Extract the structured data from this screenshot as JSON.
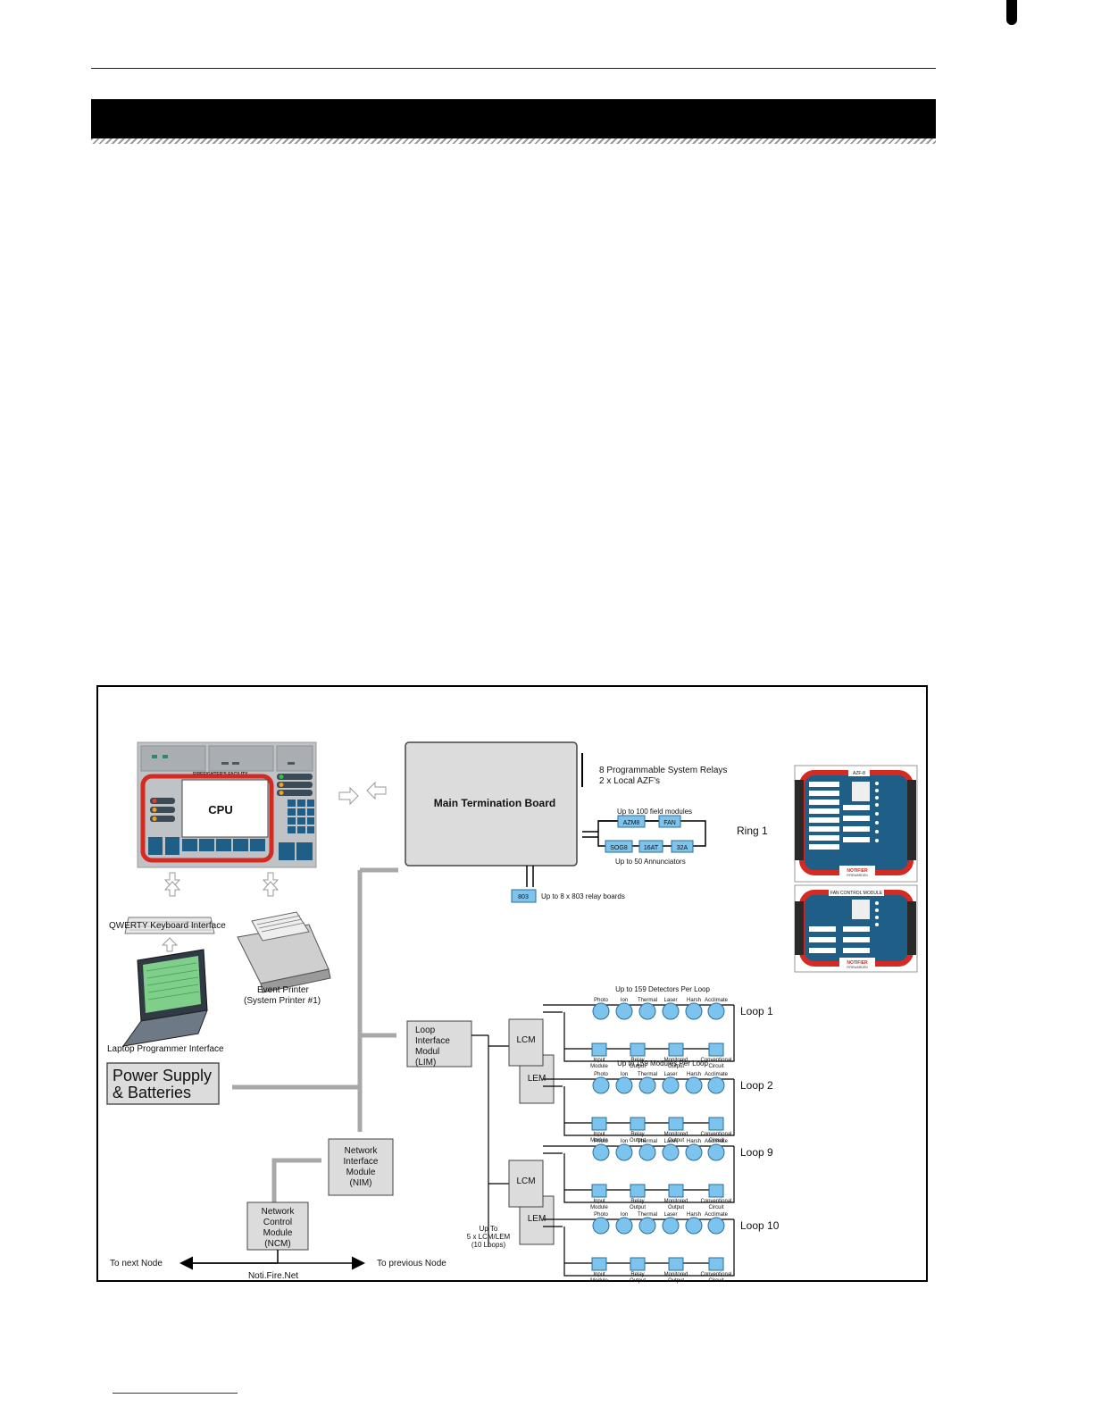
{
  "diagram": {
    "cpu_panel": {
      "facility_title": "FIREFIGHTER'S FACILITY",
      "screen_label": "CPU"
    },
    "keyboard_label": "QWERTY Keyboard Interface",
    "printer_label": "Event Printer",
    "printer_sublabel": "(System Printer #1)",
    "laptop_label": "Laptop Programmer Interface",
    "power_supply": [
      "Power Supply",
      "& Batteries"
    ],
    "main_board": {
      "label": "Main Termination Board",
      "relays": "8 Programmable System Relays",
      "azf": "2 x Local AZF's",
      "field_modules": "Up to 100 field modules",
      "annunciators": "Up to 50 Annunciators",
      "relay_boards": "Up to 8 x 803 relay boards",
      "module_azm8": "AZM8",
      "module_fan": "FAN",
      "module_sog8": "SOG8",
      "module_16at": "16AT",
      "module_32a": "32A",
      "module_803": "803",
      "ring_label": "Ring 1"
    },
    "lim": [
      "Loop",
      "Interface",
      "Modul",
      "(LIM)"
    ],
    "nim": [
      "Network",
      "Interface",
      "Module",
      "(NIM)"
    ],
    "ncm": [
      "Network",
      "Control",
      "Module",
      "(NCM)"
    ],
    "lcm": "LCM",
    "lem": "LEM",
    "upto_lcm": [
      "Up To",
      "5 x LCM/LEM",
      "(10 Loops)"
    ],
    "network": {
      "next_node": "To next Node",
      "prev_node": "To previous Node",
      "bus": "Noti.Fire.Net"
    },
    "detectors_per_loop": "Up to 159 Detectors Per Loop",
    "modules_per_loop": "Up to 159 Modules Per Loop",
    "detector_types": [
      "Photo",
      "Ion",
      "Thermal",
      "Laser",
      "Harsh",
      "Acclimate"
    ],
    "module_types": [
      [
        "Input",
        "Module"
      ],
      [
        "Relay",
        "Output"
      ],
      [
        "Monitored",
        "Output"
      ],
      [
        "Conventional",
        "Circuit"
      ]
    ],
    "loops": [
      {
        "label": "Loop 1"
      },
      {
        "label": "Loop 2"
      },
      {
        "label": "Loop 9"
      },
      {
        "label": "Loop 10"
      }
    ],
    "azf_panel": {
      "title": "AZF-8",
      "brand": "NOTIFIER",
      "sub": "FIREWARDEN"
    },
    "fan_panel": {
      "title": "FAN CONTROL MODULE",
      "brand": "NOTIFIER",
      "sub": "FIREWARDEN"
    },
    "colors": {
      "panel_red": "#d42a22",
      "panel_blue": "#1f5e86",
      "device_blue": "#7cc4ee",
      "connector_gray": "#a8a8a8",
      "box_gray": "#dcdcdc"
    }
  }
}
